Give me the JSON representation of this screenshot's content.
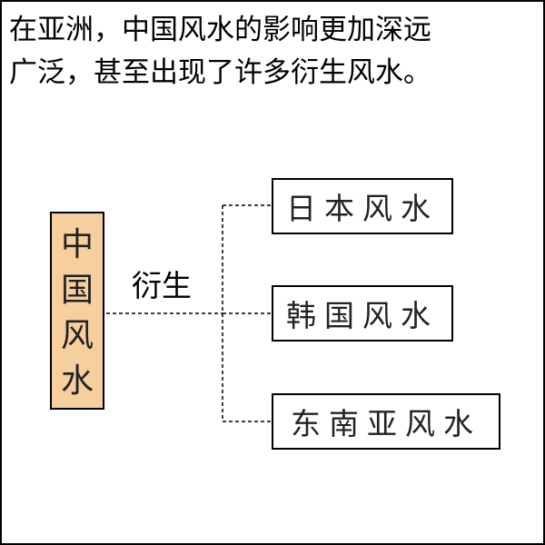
{
  "caption": {
    "line1": "在亚洲，中国风水的影响更加深远",
    "line2": "广泛，甚至出现了许多衍生风水。"
  },
  "diagram": {
    "source": [
      "中",
      "国",
      "风",
      "水"
    ],
    "relation_label": "衍生",
    "targets": [
      {
        "label": "日本风水"
      },
      {
        "label": "韩国风水"
      },
      {
        "label": "东南亚风水"
      }
    ],
    "colors": {
      "source_fill": "#f6cf9e",
      "border": "#000000",
      "connector": "#000000"
    }
  }
}
